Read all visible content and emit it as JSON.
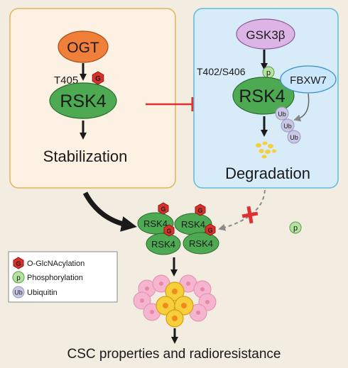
{
  "left_panel": {
    "ogt": "OGT",
    "site": "T405",
    "rsk4": "RSK4",
    "outcome": "Stabilization",
    "mark": "G"
  },
  "right_panel": {
    "gsk3b": "GSK3β",
    "site": "T402/S406",
    "phospho_mark": "p",
    "rsk4": "RSK4",
    "fbxw7": "FBXW7",
    "ub": [
      "Ub",
      "Ub",
      "Ub"
    ],
    "outcome": "Degradation"
  },
  "cluster": {
    "label": "RSK4",
    "mark": "G",
    "count": 4
  },
  "legend": {
    "items": [
      {
        "symbol": "G",
        "label": "O-GlcNAcylation"
      },
      {
        "symbol": "p",
        "label": "Phosphorylation"
      },
      {
        "symbol": "Ub",
        "label": "Ubiquitin"
      }
    ]
  },
  "stray_p": "p",
  "final_outcome": "CSC properties and radioresistance",
  "colors": {
    "background": "#f3ece0",
    "left_panel_fill": "#fcf1e3",
    "left_panel_border": "#e0b45a",
    "right_panel_fill": "#d7ecf8",
    "right_panel_border": "#5bbbe0",
    "ogt_fill": "#f07f3a",
    "gsk3b_fill": "#dcb4e6",
    "rsk4_fill": "#4daa52",
    "fbxw7_fill": "#cbe7fb",
    "glc_mark": "#d9312a",
    "phospho_mark": "#b5e3a0",
    "ub_mark": "#c9c7e3",
    "inhibit": "#e03030",
    "cell_pink": "#f5b5cf",
    "cell_yellow": "#f6cf3a"
  }
}
